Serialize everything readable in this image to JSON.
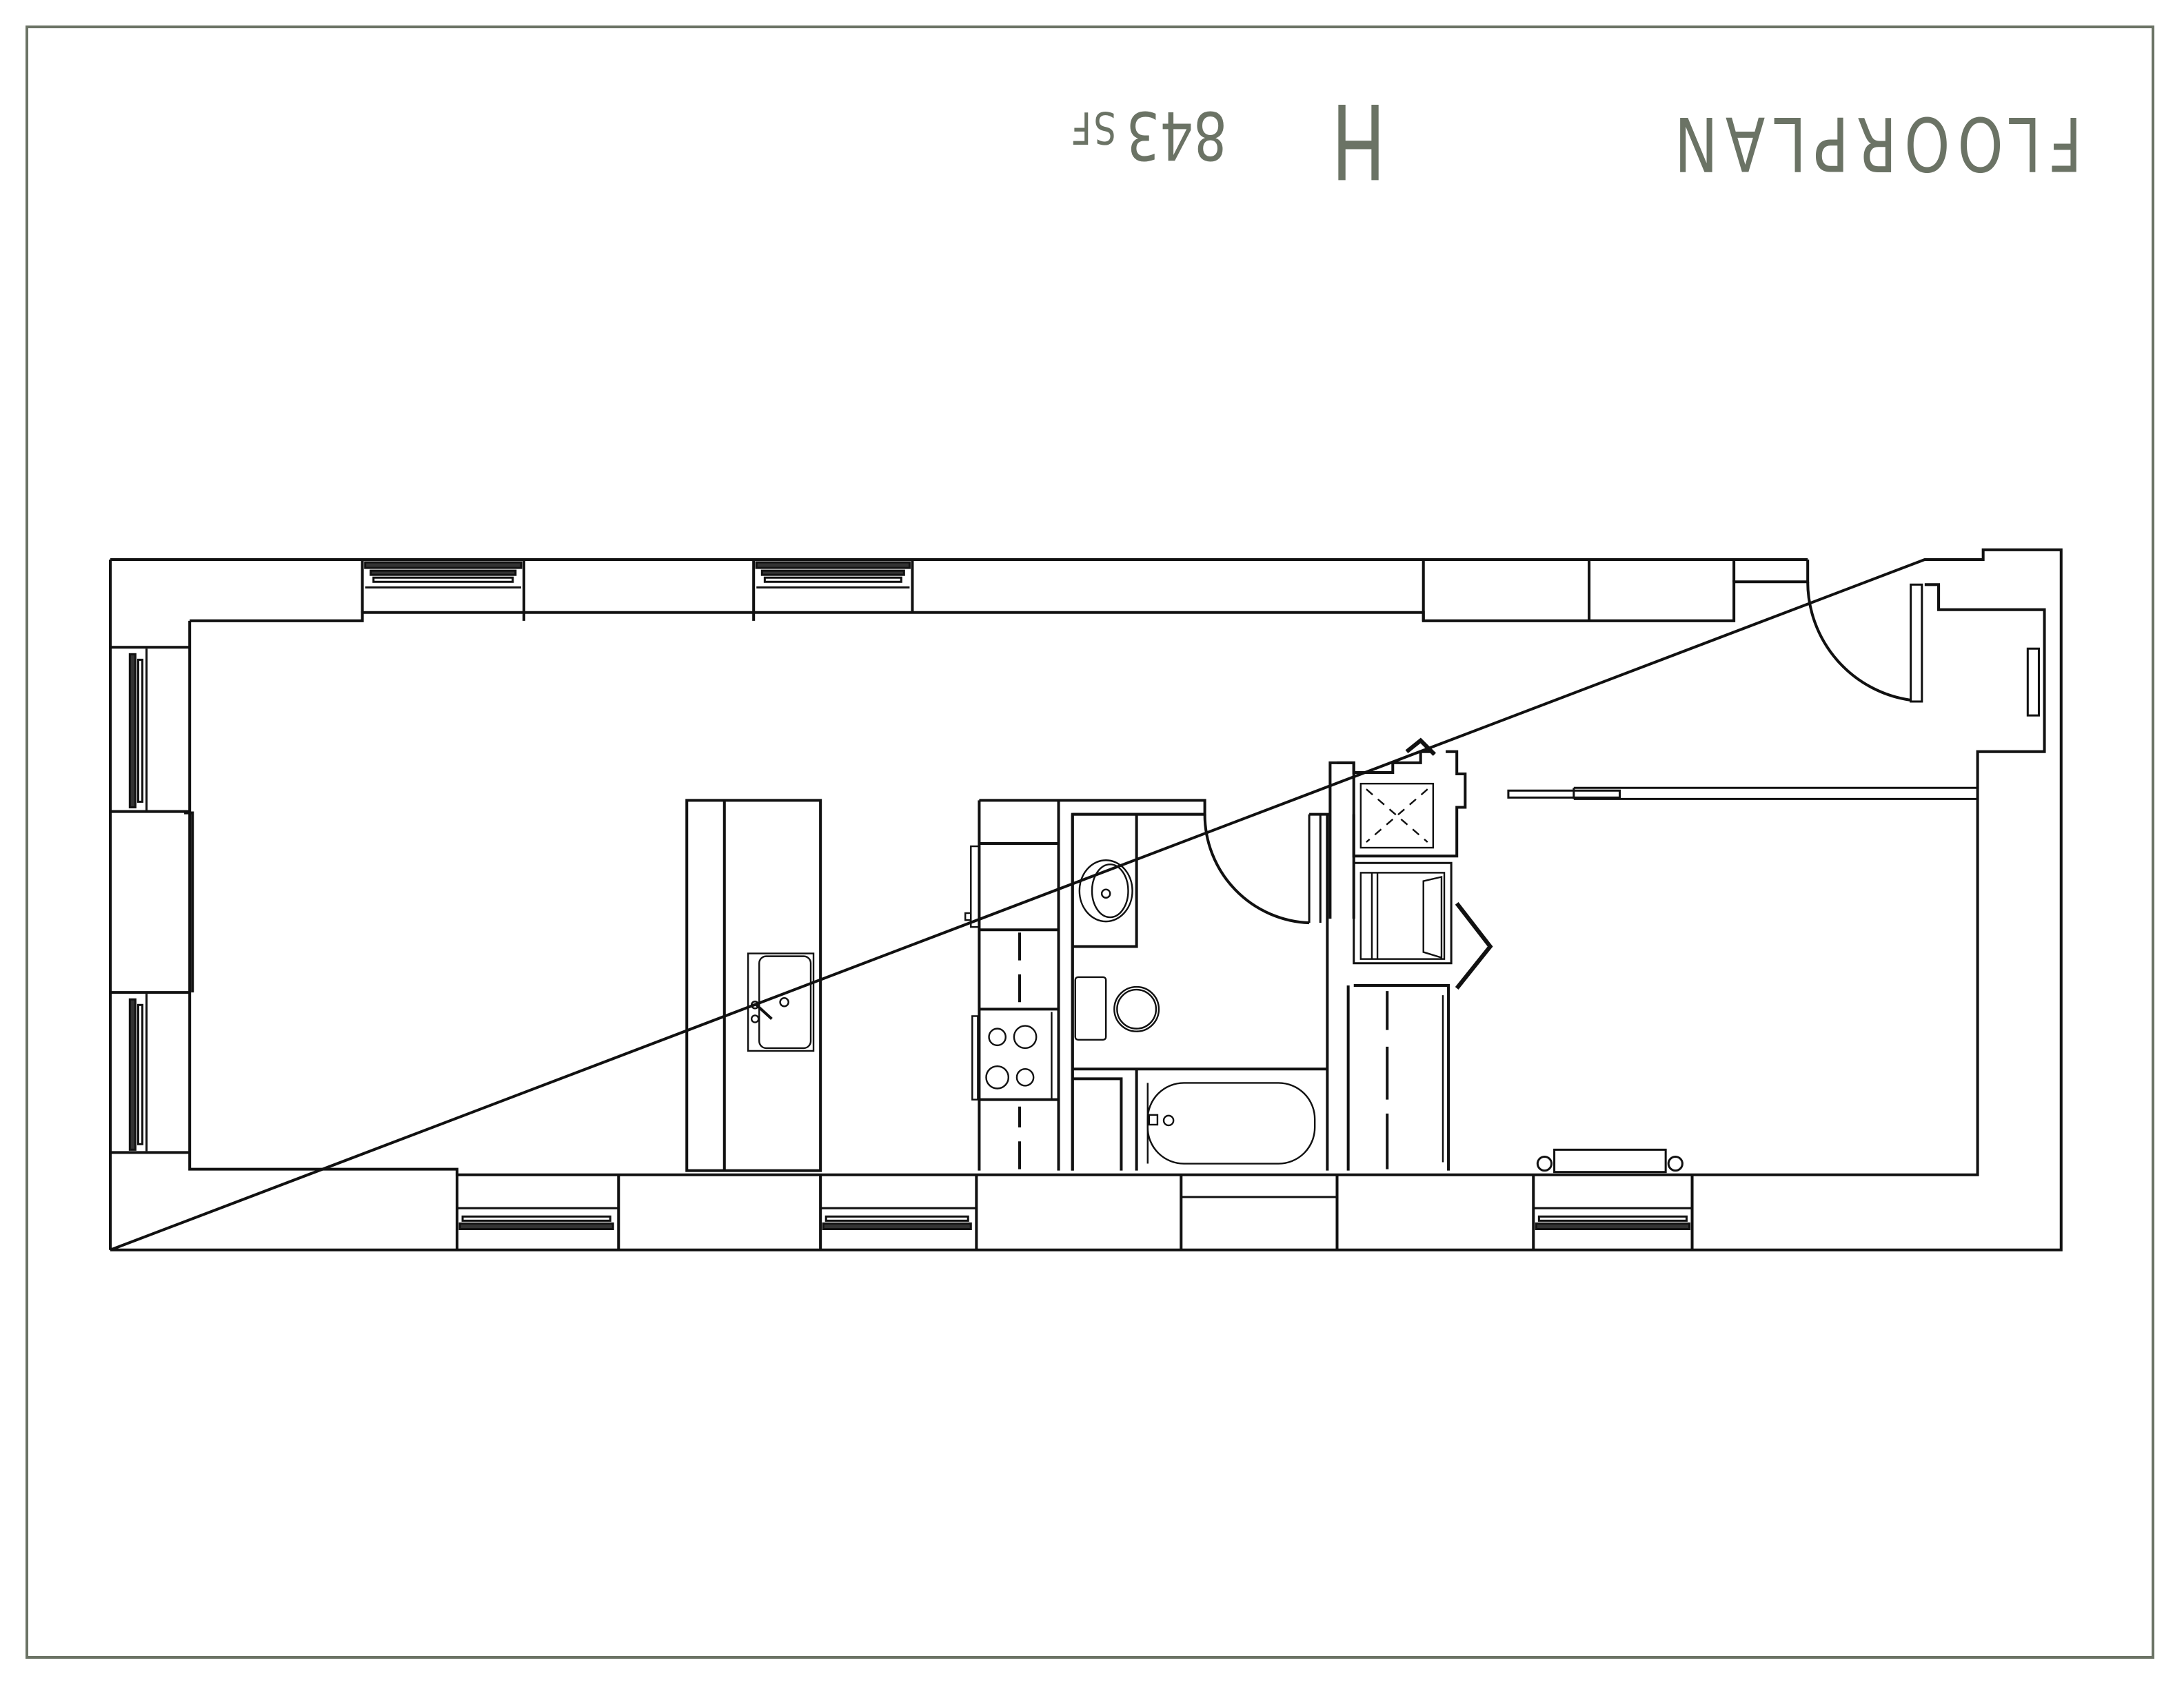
{
  "title": {
    "word": "FLOORPLAN",
    "letter": "H",
    "area_value": "843",
    "area_unit": "SF",
    "orientation": "rotated 180 degrees"
  },
  "colors": {
    "accent": "#6b7365",
    "line": "#111111",
    "background": "#ffffff"
  },
  "plan": {
    "features": [
      "window-top-1",
      "window-top-2",
      "entry-door",
      "closet-rod",
      "window-left-1",
      "window-left-2",
      "kitchen-island-sink",
      "refrigerator",
      "range-4-burner",
      "base-cabinets",
      "bath-vanity-sink",
      "toilet",
      "bathtub",
      "bath-door",
      "washer",
      "dryer",
      "closet-bifold-doors",
      "window-bottom-1",
      "window-bottom-2",
      "window-bottom-3",
      "radiator"
    ]
  }
}
